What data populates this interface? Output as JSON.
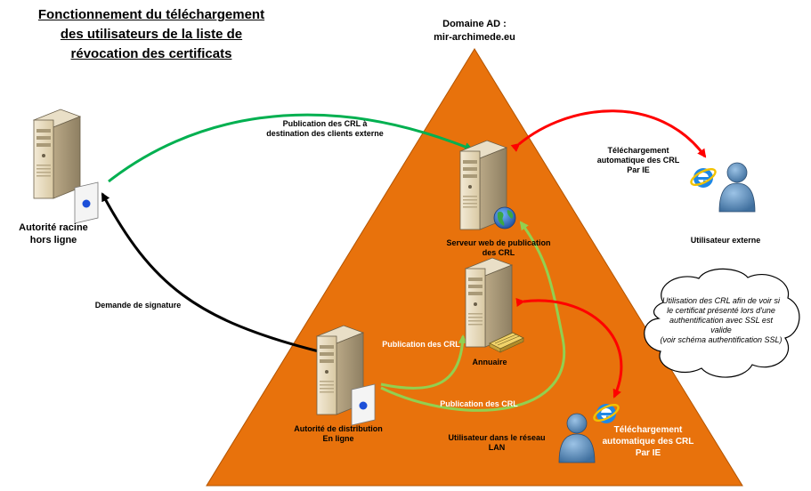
{
  "title": {
    "line1": "Fonctionnement du téléchargement",
    "line2": "des utilisateurs de la liste de",
    "line3": "révocation des certificats"
  },
  "domain": {
    "line1": "Domaine AD :",
    "line2": "mir-archimede.eu"
  },
  "nodes": {
    "root_ca": {
      "line1": "Autorité racine",
      "line2": "hors ligne"
    },
    "web_server": {
      "line1": "Serveur web de publication",
      "line2": "des CRL"
    },
    "directory": {
      "label": "Annuaire"
    },
    "issuing_ca": {
      "line1": "Autorité de distribution",
      "line2": "En ligne"
    },
    "external_user": {
      "label": "Utilisateur externe"
    },
    "lan_user": {
      "line1": "Utilisateur dans le réseau",
      "line2": "LAN"
    }
  },
  "edges": {
    "publish_external": {
      "line1": "Publication des CRL à",
      "line2": "destination des clients externe"
    },
    "signature_request": {
      "label": "Demande de  signature"
    },
    "publish_directory": {
      "label": "Publication des CRL"
    },
    "publish_web": {
      "label": "Publication des CRL"
    },
    "download_external": {
      "line1": "Téléchargement",
      "line2": "automatique des CRL",
      "line3": "Par IE"
    },
    "download_lan": {
      "line1": "Téléchargement",
      "line2": "automatique des CRL",
      "line3": "Par IE"
    }
  },
  "cloud": {
    "line1": "Utilisation des CRL afin de voir si",
    "line2": "le certificat présenté lors d'une",
    "line3": "authentification avec SSL est",
    "line4": "valide",
    "line5": "(voir schéma authentification SSL)"
  },
  "colors": {
    "triangle": "#e8720c",
    "green_arrow": "#00b050",
    "light_green_arrow": "#92d050",
    "red_arrow": "#ff0000",
    "black_arrow": "#000000"
  },
  "icons": [
    "server-icon",
    "certificate-icon",
    "globe-icon",
    "directory-book-icon",
    "user-icon",
    "internet-explorer-icon",
    "cloud-callout"
  ]
}
